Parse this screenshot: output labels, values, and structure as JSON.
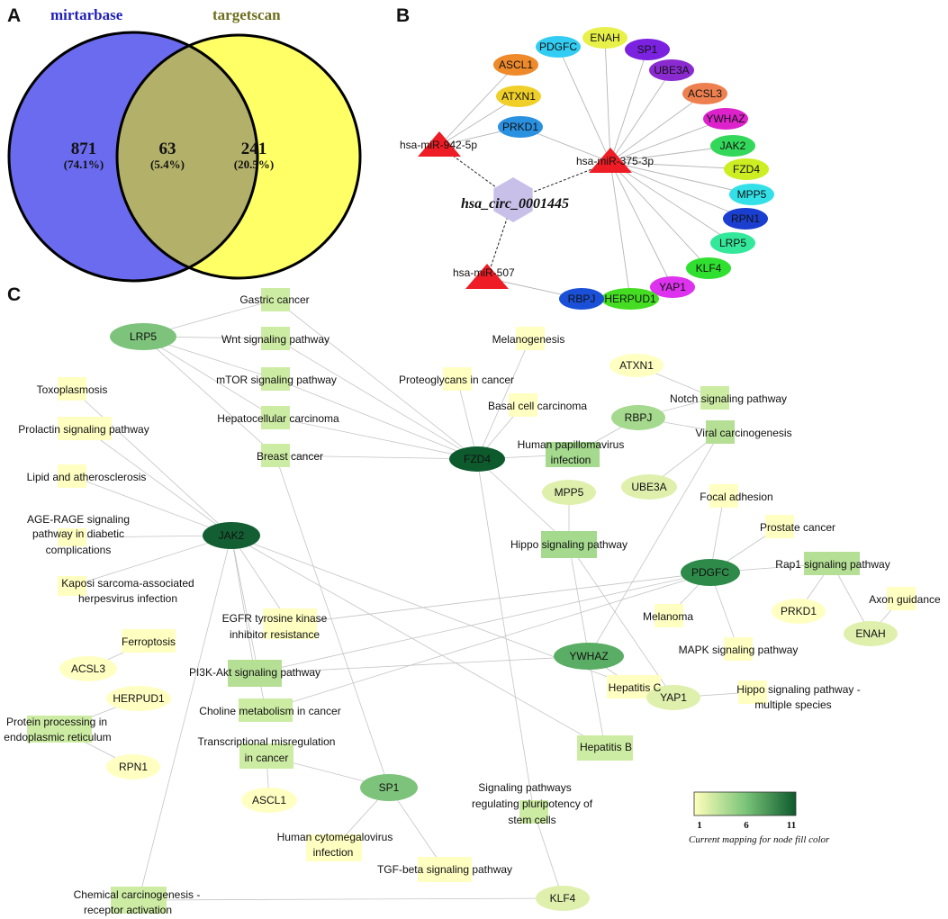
{
  "panels": {
    "a": "A",
    "b": "B",
    "c": "C"
  },
  "venn": {
    "left_title": "mirtarbase",
    "right_title": "targetscan",
    "left_count": "871",
    "left_pct": "(74.1%)",
    "overlap_count": "63",
    "overlap_pct": "(5.4%)",
    "right_count": "241",
    "right_pct": "(20.5%)",
    "colors": {
      "left": "#6b6bf0",
      "right": "#ffff66",
      "overlap": "#b3b06a",
      "left_title": "#1f1fb8",
      "right_title": "#6e6e1e"
    }
  },
  "network_b": {
    "circ": "hsa_circ_0001445",
    "mirnas": [
      "hsa-miR-942-5p",
      "hsa-miR-375-3p",
      "hsa-miR-507"
    ],
    "genes": [
      {
        "label": "PDGFC",
        "color": "#33ccf2"
      },
      {
        "label": "ENAH",
        "color": "#e8f04a"
      },
      {
        "label": "SP1",
        "color": "#7a22e0"
      },
      {
        "label": "ASCL1",
        "color": "#ee8a2a"
      },
      {
        "label": "UBE3A",
        "color": "#8a2ad0"
      },
      {
        "label": "ACSL3",
        "color": "#ee8050"
      },
      {
        "label": "ATXN1",
        "color": "#f0d028"
      },
      {
        "label": "YWHAZ",
        "color": "#dd22cc"
      },
      {
        "label": "PRKD1",
        "color": "#2a90e0"
      },
      {
        "label": "JAK2",
        "color": "#33d85a"
      },
      {
        "label": "FZD4",
        "color": "#ccee22"
      },
      {
        "label": "MPP5",
        "color": "#33e0e8"
      },
      {
        "label": "RPN1",
        "color": "#1a3fd0"
      },
      {
        "label": "LRP5",
        "color": "#33e89a"
      },
      {
        "label": "KLF4",
        "color": "#30e030"
      },
      {
        "label": "YAP1",
        "color": "#dd33ee"
      },
      {
        "label": "HERPUD1",
        "color": "#44dd22"
      },
      {
        "label": "RBPJ",
        "color": "#1a50d8"
      }
    ]
  },
  "network_c": {
    "genes": [
      "LRP5",
      "FZD4",
      "ATXN1",
      "RBPJ",
      "MPP5",
      "UBE3A",
      "JAK2",
      "PDGFC",
      "PRKD1",
      "ENAH",
      "YWHAZ",
      "YAP1",
      "ACSL3",
      "HERPUD1",
      "RPN1",
      "ASCL1",
      "SP1",
      "KLF4"
    ],
    "pathways": [
      "Gastric cancer",
      "Wnt signaling pathway",
      "mTOR signaling pathway",
      "Hepatocellular carcinoma",
      "Breast cancer",
      "Melanogenesis",
      "Proteoglycans in cancer",
      "Basal cell carcinoma",
      "Notch signaling pathway",
      "Viral carcinogenesis",
      "Human papillomavirus infection",
      "Toxoplasmosis",
      "Prolactin signaling pathway",
      "Lipid and atherosclerosis",
      "AGE-RAGE signaling pathway in diabetic complications",
      "Kaposi sarcoma-associated herpesvirus infection",
      "Hippo signaling pathway",
      "Focal adhesion",
      "Prostate cancer",
      "Rap1 signaling pathway",
      "Axon guidance",
      "Melanoma",
      "MAPK signaling pathway",
      "EGFR tyrosine kinase inhibitor resistance",
      "Ferroptosis",
      "PI3K-Akt signaling pathway",
      "Hepatitis C",
      "Hippo signaling pathway - multiple species",
      "Protein processing in endoplasmic reticulum",
      "Choline metabolism in cancer",
      "Hepatitis B",
      "Transcriptional misregulation in cancer",
      "Signaling pathways regulating pluripotency of stem cells",
      "Human cytomegalovirus infection",
      "TGF-beta signaling pathway",
      "Chemical carcinogenesis - receptor activation"
    ],
    "legend": {
      "min": "1",
      "mid": "6",
      "max": "11",
      "caption": "Current mapping for node fill color",
      "colors": [
        "#ffffbb",
        "#0d5a2d"
      ]
    }
  }
}
